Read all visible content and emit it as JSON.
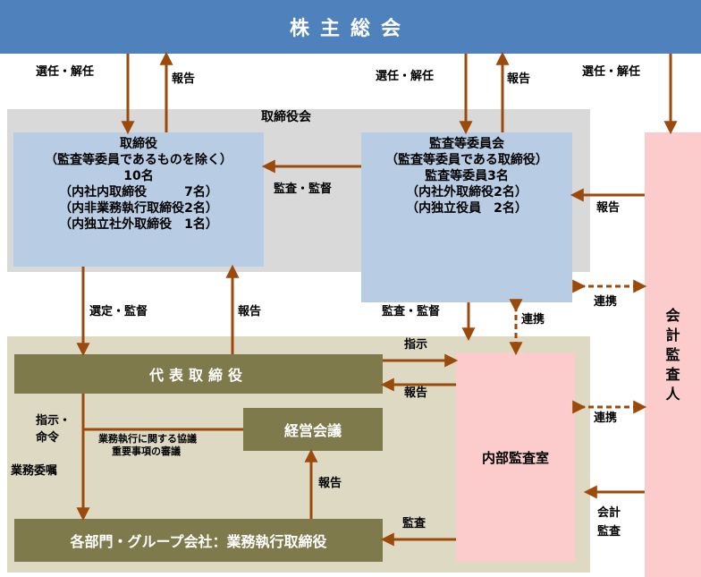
{
  "top_bar": {
    "title": "株主総会"
  },
  "board": {
    "region_label": "取締役会",
    "directors": {
      "lines": [
        "取締役",
        "（監査等委員であるものを除く）",
        "10名",
        "（内社内取締役　　　7名）",
        "（内非業務執行取締役2名）",
        "（内独立社外取締役　1名）"
      ]
    },
    "audit_committee": {
      "lines": [
        "監査等委員会",
        "（監査等委員である取締役）",
        "監査等委員3名",
        "（内社外取締役2名）",
        "（内独立役員　2名）"
      ]
    }
  },
  "representative_director": "代表取締役",
  "management_meeting": "経営会議",
  "departments": "各部門・グループ会社：業務執行取締役",
  "internal_audit": "内部監査室",
  "accounting_auditor": [
    "会",
    "計",
    "監",
    "査",
    "人"
  ],
  "labels": {
    "elect_dismiss_1": "選任・解任",
    "report_1": "報告",
    "elect_dismiss_2": "選任・解任",
    "report_2": "報告",
    "elect_dismiss_3": "選任・解任",
    "audit_supervise_1": "監査・監督",
    "report_3": "報告",
    "collab_1": "連携",
    "select_supervise": "選定・監督",
    "report_4": "報告",
    "audit_supervise_2": "監査・監督",
    "collab_2": "連携",
    "instruct": "指示",
    "report_5": "報告",
    "collab_3": "連携",
    "instruct_order": [
      "指示・",
      "命令"
    ],
    "business_commission": "業務委嘱",
    "deliberation": [
      "業務執行に関する協議",
      "重要事項の審議"
    ],
    "report_6": "報告",
    "audit": "監査",
    "accounting_audit": [
      "会計",
      "監査"
    ]
  },
  "colors": {
    "top_bar": "#4f81bd",
    "arrow": "#9c4a0c",
    "board_region": "#d9d9d9",
    "exec_region": "#ddd9c3",
    "blue_box": "#b8cce4",
    "olive_box": "#7f7a4c",
    "pink_box": "#fccccc"
  }
}
